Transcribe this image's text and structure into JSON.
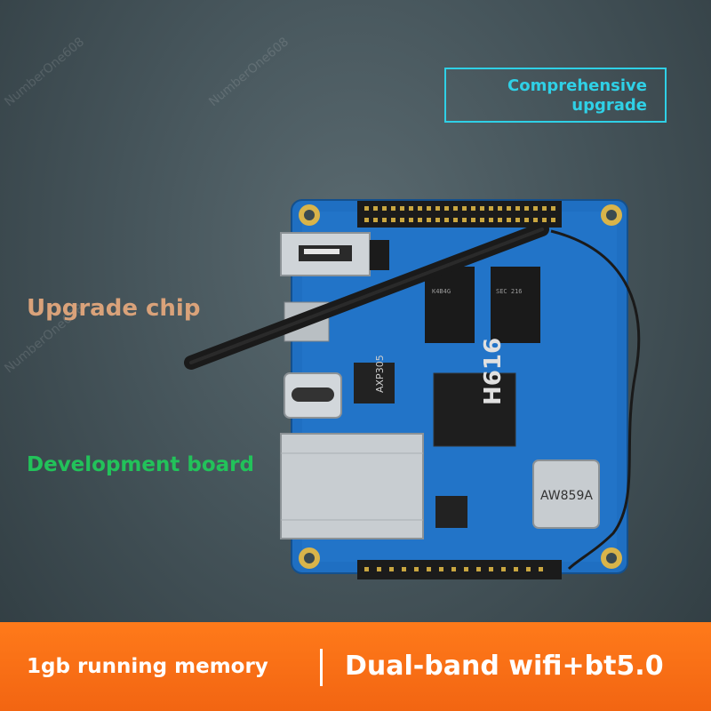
{
  "badge": {
    "line1": "Comprehensive",
    "line2": "upgrade"
  },
  "labels": {
    "chip": "Upgrade chip",
    "dev": "Development board"
  },
  "bottom": {
    "left": "1gb running memory",
    "right": "Dual-band wifi+bt5.0"
  },
  "chips": {
    "soc": "H616",
    "pmic": "AXP305",
    "wifi": "AW859A"
  },
  "colors": {
    "accent_cyan": "#2fd0e6",
    "board_blue": "#1f6fc2",
    "bar_orange": "#f26512",
    "chip_label": "#d9a27a",
    "dev_label": "#22c25a"
  }
}
